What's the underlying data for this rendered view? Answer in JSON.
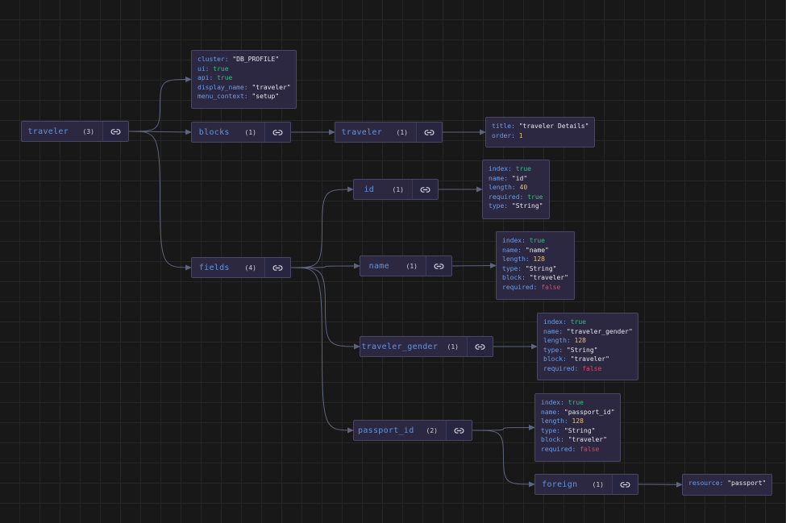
{
  "nodes": [
    {
      "id": "n-traveler-root",
      "label": "traveler",
      "count": "(3)",
      "icon": "link-icon"
    },
    {
      "id": "n-blocks",
      "label": "blocks",
      "count": "(1)",
      "icon": "link-icon"
    },
    {
      "id": "n-traveler-block",
      "label": "traveler",
      "count": "(1)",
      "icon": "link-icon"
    },
    {
      "id": "n-fields",
      "label": "fields",
      "count": "(4)",
      "icon": "link-icon"
    },
    {
      "id": "n-id",
      "label": "id",
      "count": "(1)",
      "icon": "link-icon"
    },
    {
      "id": "n-name",
      "label": "name",
      "count": "(1)",
      "icon": "link-icon"
    },
    {
      "id": "n-traveler-gender",
      "label": "traveler_gender",
      "count": "(1)",
      "icon": "link-icon"
    },
    {
      "id": "n-passport-id",
      "label": "passport_id",
      "count": "(2)",
      "icon": "link-icon"
    },
    {
      "id": "n-foreign",
      "label": "foreign",
      "count": "(1)",
      "icon": "link-icon"
    }
  ],
  "cards": [
    {
      "id": "c-root-props",
      "rows": [
        {
          "key": "cluster:",
          "value": "\"DB_PROFILE\"",
          "type": "str"
        },
        {
          "key": "ui:",
          "value": "true",
          "type": "true"
        },
        {
          "key": "api:",
          "value": "true",
          "type": "true"
        },
        {
          "key": "display_name:",
          "value": "\"traveler\"",
          "type": "str"
        },
        {
          "key": "menu_context:",
          "value": "\"setup\"",
          "type": "str"
        }
      ]
    },
    {
      "id": "c-block-props",
      "rows": [
        {
          "key": "title:",
          "value": "\"traveler Details\"",
          "type": "str"
        },
        {
          "key": "order:",
          "value": "1",
          "type": "num"
        }
      ]
    },
    {
      "id": "c-id-props",
      "rows": [
        {
          "key": "index:",
          "value": "true",
          "type": "true"
        },
        {
          "key": "name:",
          "value": "\"id\"",
          "type": "str"
        },
        {
          "key": "length:",
          "value": "40",
          "type": "num"
        },
        {
          "key": "required:",
          "value": "true",
          "type": "true"
        },
        {
          "key": "type:",
          "value": "\"String\"",
          "type": "str"
        }
      ]
    },
    {
      "id": "c-name-props",
      "rows": [
        {
          "key": "index:",
          "value": "true",
          "type": "true"
        },
        {
          "key": "name:",
          "value": "\"name\"",
          "type": "str"
        },
        {
          "key": "length:",
          "value": "128",
          "type": "num"
        },
        {
          "key": "type:",
          "value": "\"String\"",
          "type": "str"
        },
        {
          "key": "block:",
          "value": "\"traveler\"",
          "type": "str"
        },
        {
          "key": "required:",
          "value": "false",
          "type": "false"
        }
      ]
    },
    {
      "id": "c-gender-props",
      "rows": [
        {
          "key": "index:",
          "value": "true",
          "type": "true"
        },
        {
          "key": "name:",
          "value": "\"traveler_gender\"",
          "type": "str"
        },
        {
          "key": "length:",
          "value": "128",
          "type": "num"
        },
        {
          "key": "type:",
          "value": "\"String\"",
          "type": "str"
        },
        {
          "key": "block:",
          "value": "\"traveler\"",
          "type": "str"
        },
        {
          "key": "required:",
          "value": "false",
          "type": "false"
        }
      ]
    },
    {
      "id": "c-passport-props",
      "rows": [
        {
          "key": "index:",
          "value": "true",
          "type": "true"
        },
        {
          "key": "name:",
          "value": "\"passport_id\"",
          "type": "str"
        },
        {
          "key": "length:",
          "value": "128",
          "type": "num"
        },
        {
          "key": "type:",
          "value": "\"String\"",
          "type": "str"
        },
        {
          "key": "block:",
          "value": "\"traveler\"",
          "type": "str"
        },
        {
          "key": "required:",
          "value": "false",
          "type": "false"
        }
      ]
    },
    {
      "id": "c-foreign-props",
      "rows": [
        {
          "key": "resource:",
          "value": "\"passport\"",
          "type": "str"
        }
      ]
    }
  ],
  "edges": [
    {
      "from": "n-traveler-root",
      "to": "c-root-props"
    },
    {
      "from": "n-traveler-root",
      "to": "n-blocks"
    },
    {
      "from": "n-traveler-root",
      "to": "n-fields"
    },
    {
      "from": "n-blocks",
      "to": "n-traveler-block"
    },
    {
      "from": "n-traveler-block",
      "to": "c-block-props"
    },
    {
      "from": "n-fields",
      "to": "n-id"
    },
    {
      "from": "n-fields",
      "to": "n-name"
    },
    {
      "from": "n-fields",
      "to": "n-traveler-gender"
    },
    {
      "from": "n-fields",
      "to": "n-passport-id"
    },
    {
      "from": "n-id",
      "to": "c-id-props"
    },
    {
      "from": "n-name",
      "to": "c-name-props"
    },
    {
      "from": "n-traveler-gender",
      "to": "c-gender-props"
    },
    {
      "from": "n-passport-id",
      "to": "c-passport-props"
    },
    {
      "from": "n-passport-id",
      "to": "n-foreign"
    },
    {
      "from": "n-foreign",
      "to": "c-foreign-props"
    }
  ],
  "colors": {
    "edge": "#5d6480",
    "key": "#6a9ee8",
    "string": "#e6e4ee",
    "true": "#2fc07c",
    "false": "#d84a60",
    "number": "#e0c07a",
    "label": "#5e96e0"
  }
}
